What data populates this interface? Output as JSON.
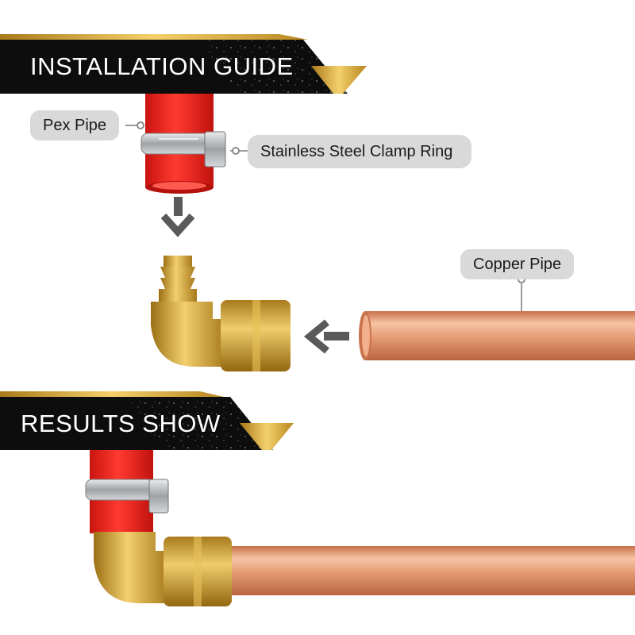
{
  "banners": {
    "installation_title": "INSTALLATION GUIDE",
    "results_title": "RESULTS SHOW"
  },
  "callouts": {
    "pex_pipe": "Pex Pipe",
    "clamp_ring": "Stainless Steel Clamp Ring",
    "copper_pipe": "Copper Pipe"
  },
  "colors": {
    "banner_black": "#0d0d0d",
    "banner_gold": "#d8a623",
    "pex_red": "#e8201c",
    "brass": "#c99a2e",
    "copper": "#e39a73",
    "steel": "#b9bcbe",
    "arrow_gray": "#5a5a5a",
    "callout_gray": "#d9d9d9"
  }
}
